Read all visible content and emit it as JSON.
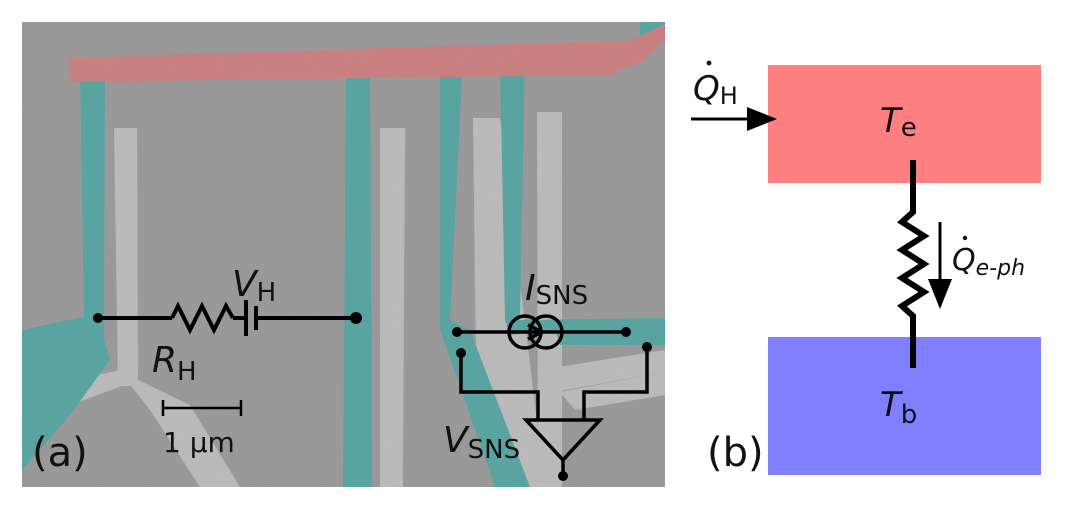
{
  "panel_a": {
    "label": "(a)",
    "scale_bar": "1 μm",
    "heater_voltage": {
      "symbol": "V",
      "subscript": "H"
    },
    "heater_resistor": {
      "symbol": "R",
      "subscript": "H"
    },
    "current_source": {
      "symbol": "I",
      "subscript": "SNS"
    },
    "sns_voltage": {
      "symbol": "V",
      "subscript": "SNS"
    },
    "colors": {
      "normal_metal": "#ef7f7f",
      "superconductor": "#43b7b1",
      "substrate": "#a8a8a8",
      "electrode": "#d9d9d9"
    }
  },
  "panel_b": {
    "label": "(b)",
    "heat_in": {
      "symbol": "Q",
      "subscript": "H"
    },
    "electron_block": {
      "symbol": "T",
      "subscript": "e",
      "color": "#ff8080"
    },
    "phonon_block": {
      "symbol": "T",
      "subscript": "b",
      "color": "#8080ff"
    },
    "heat_flow": {
      "symbol": "Q",
      "subscript": "e-ph"
    }
  }
}
